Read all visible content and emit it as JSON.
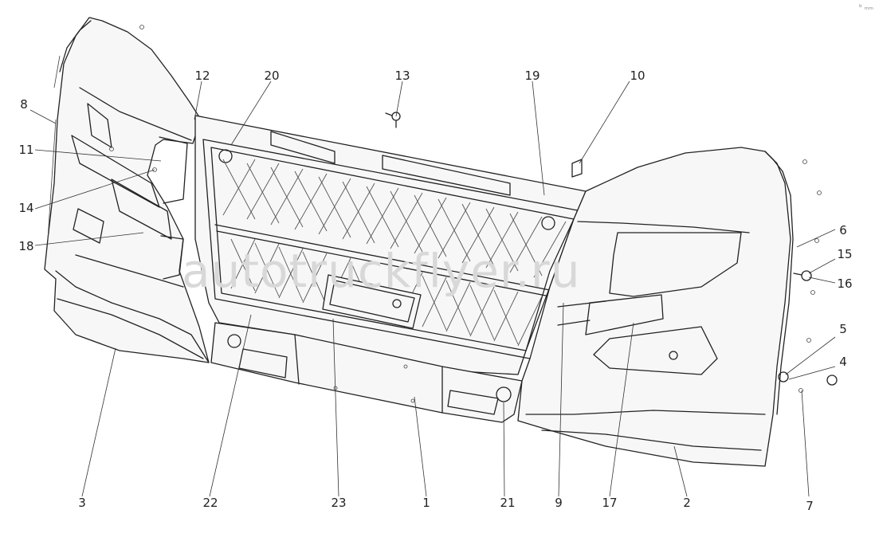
{
  "watermark": "autotruckflyer.ru",
  "corner_mark": "ᵇ ₘₘ",
  "callouts": [
    {
      "id": "c1",
      "label": "1"
    },
    {
      "id": "c2",
      "label": "2"
    },
    {
      "id": "c3",
      "label": "3"
    },
    {
      "id": "c4",
      "label": "4"
    },
    {
      "id": "c5",
      "label": "5"
    },
    {
      "id": "c6",
      "label": "6"
    },
    {
      "id": "c7",
      "label": "7"
    },
    {
      "id": "c8",
      "label": "8"
    },
    {
      "id": "c9",
      "label": "9"
    },
    {
      "id": "c10",
      "label": "10"
    },
    {
      "id": "c11",
      "label": "11"
    },
    {
      "id": "c12",
      "label": "12"
    },
    {
      "id": "c13",
      "label": "13"
    },
    {
      "id": "c14",
      "label": "14"
    },
    {
      "id": "c15",
      "label": "15"
    },
    {
      "id": "c16",
      "label": "16"
    },
    {
      "id": "c17",
      "label": "17"
    },
    {
      "id": "c18",
      "label": "18"
    },
    {
      "id": "c19",
      "label": "19"
    },
    {
      "id": "c20",
      "label": "20"
    },
    {
      "id": "c21",
      "label": "21"
    },
    {
      "id": "c22",
      "label": "22"
    },
    {
      "id": "c23",
      "label": "23"
    }
  ]
}
